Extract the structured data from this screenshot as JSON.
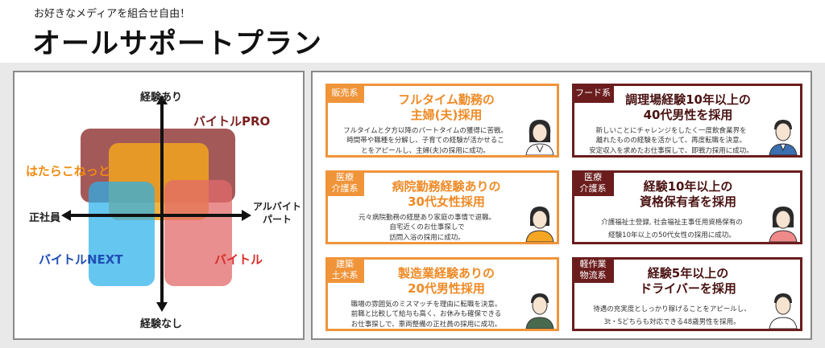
{
  "header": {
    "subtitle": "お好きなメディアを組合せ自由！",
    "title": "オールサポートプラン"
  },
  "map": {
    "axis_top": "経験あり",
    "axis_bottom": "経験なし",
    "axis_left": "正社員",
    "axis_right_line1": "アルバイト",
    "axis_right_line2": "パート",
    "media": {
      "pro": "バイトルPRO",
      "hatarako": "はたらこねっと",
      "next": "バイトルNEXT",
      "baitoru": "バイトル"
    },
    "colors": {
      "pro": "#8b2a2a",
      "hatarako": "#f0a020",
      "next": "#2ab0ea",
      "baitoru": "#e26a6a",
      "pro_label": "#7a1f1f",
      "hatarako_label": "#f08a10",
      "next_label": "#1f4eb5",
      "baitoru_label": "#d92b2b"
    }
  },
  "cards": [
    {
      "tag": "販売系",
      "title1": "フルタイム勤務の",
      "title2": "主婦(夫)採用",
      "desc": [
        "フルタイムと夕方以降のパートタイムの獲得に苦戦。",
        "時間帯や職種を分解し、子育ての経験が活かせるこ",
        "とをアピールし、主婦(夫)の採用に成功。"
      ]
    },
    {
      "tag": "フード系",
      "title1": "調理場経験10年以上の",
      "title2": "40代男性を採用",
      "desc": [
        "新しいことにチャレンジをしたく一度飲食業界を",
        "離れたものの経験を活かして、再度転職を決意。",
        "安定収入を求めたお仕事探しで、即戦力採用に成功。"
      ]
    },
    {
      "tag1": "医療",
      "tag2": "介護系",
      "title1": "病院勤務経験ありの",
      "title2": "30代女性採用",
      "desc": [
        "元々病院勤務の経歴あり家庭の事情で退職。",
        "自宅近くのお仕事探しで",
        "訪問入浴の採用に成功。"
      ]
    },
    {
      "tag1": "医療",
      "tag2": "介護系",
      "title1": "経験10年以上の",
      "title2": "資格保有者を採用",
      "desc": [
        "介護福祉士登録, 社会福祉主事任用資格保有の",
        "経験10年以上の50代女性の採用に成功。"
      ]
    },
    {
      "tag1": "建築",
      "tag2": "土木系",
      "title1": "製造業経験ありの",
      "title2": "20代男性採用",
      "desc": [
        "職場の雰囲気のミスマッチを理由に転職を決意。",
        "前職と比較して給与も高く、お休みも確保できる",
        "お仕事探しで、車両整備の正社員の採用に成功。"
      ]
    },
    {
      "tag1": "軽作業",
      "tag2": "物流系",
      "title1": "経験5年以上の",
      "title2": "ドライバーを採用",
      "desc": [
        "待遇の充実度としっかり稼げることをアピールし、",
        "3t・Sどちらも対応できる48歳男性を採用。"
      ]
    }
  ]
}
